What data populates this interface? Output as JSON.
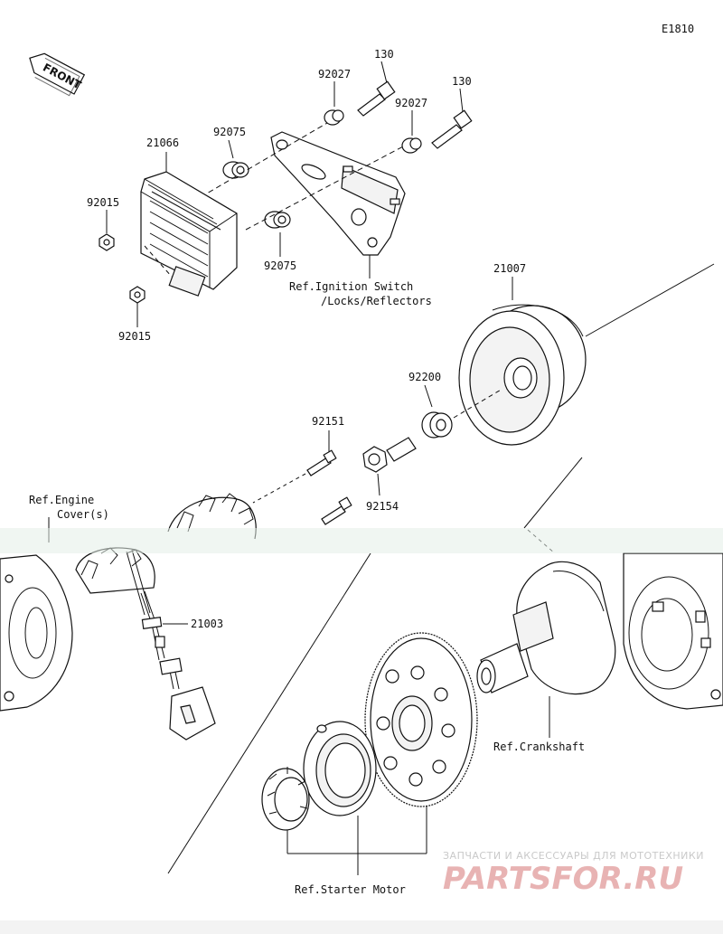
{
  "diagram": {
    "code": "E1810",
    "front_label": "FRONT",
    "parts": {
      "p130_a": "130",
      "p130_b": "130",
      "p92027_a": "92027",
      "p92027_b": "92027",
      "p92075_a": "92075",
      "p92075_b": "92075",
      "p21066": "21066",
      "p92015_a": "92015",
      "p92015_b": "92015",
      "p21007": "21007",
      "p92200": "92200",
      "p92151": "92151",
      "p92154": "92154",
      "p21003": "21003"
    },
    "refs": {
      "ignition_line1": "Ref.Ignition Switch",
      "ignition_line2": "/Locks/Reflectors",
      "engine_line1": "Ref.Engine",
      "engine_line2": "Cover(s)",
      "crankshaft": "Ref.Crankshaft",
      "starter_motor": "Ref.Starter Motor"
    },
    "watermark": {
      "tagline": "ЗАПЧАСТИ И АКСЕССУАРЫ ДЛЯ МОТОТЕХНИКИ",
      "logo_text": "PARTSFOR.RU"
    }
  }
}
